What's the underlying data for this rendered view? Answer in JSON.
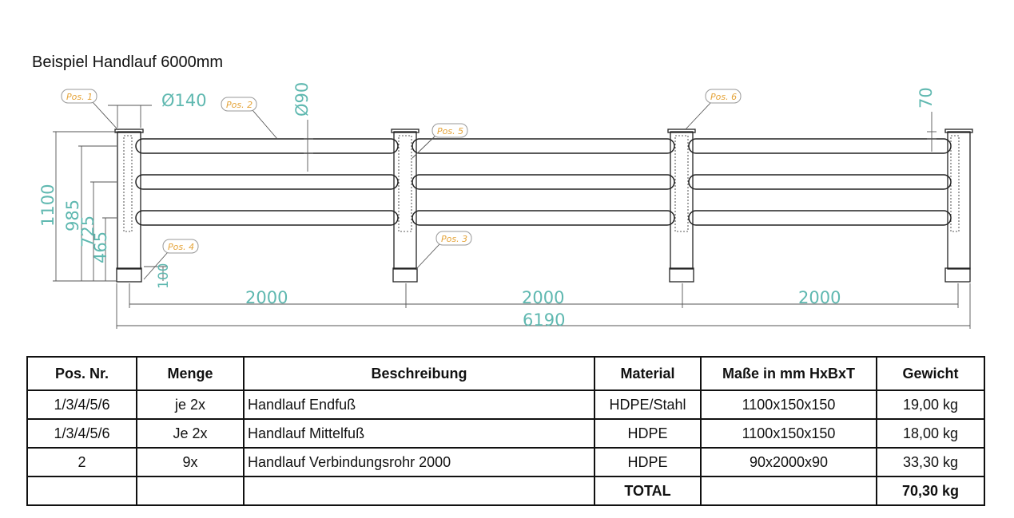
{
  "title": "Beispiel Handlauf 6000mm",
  "drawing": {
    "dimensions": {
      "dia_post": "Ø140",
      "dia_pipe": "Ø90",
      "top_offset": "70",
      "height_total": "1100",
      "height_985": "985",
      "height_725": "725",
      "height_465": "465",
      "base_100": "100",
      "span1": "2000",
      "span2": "2000",
      "span3": "2000",
      "overall": "6190"
    },
    "positions": {
      "pos1": "Pos. 1",
      "pos2": "Pos. 2",
      "pos3": "Pos. 3",
      "pos4": "Pos. 4",
      "pos5": "Pos. 5",
      "pos6": "Pos. 6"
    }
  },
  "table": {
    "headers": [
      "Pos. Nr.",
      "Menge",
      "Beschreibung",
      "Material",
      "Maße in mm HxBxT",
      "Gewicht"
    ],
    "rows": [
      [
        "1/3/4/5/6",
        "je 2x",
        "Handlauf Endfuß",
        "HDPE/Stahl",
        "1100x150x150",
        "19,00 kg"
      ],
      [
        "1/3/4/5/6",
        "Je 2x",
        "Handlauf Mittelfuß",
        "HDPE",
        "1100x150x150",
        "18,00 kg"
      ],
      [
        "2",
        "9x",
        "Handlauf Verbindungsrohr 2000",
        "HDPE",
        "90x2000x90",
        "33,30 kg"
      ]
    ],
    "total_label": "TOTAL",
    "total_value": "70,30 kg"
  }
}
